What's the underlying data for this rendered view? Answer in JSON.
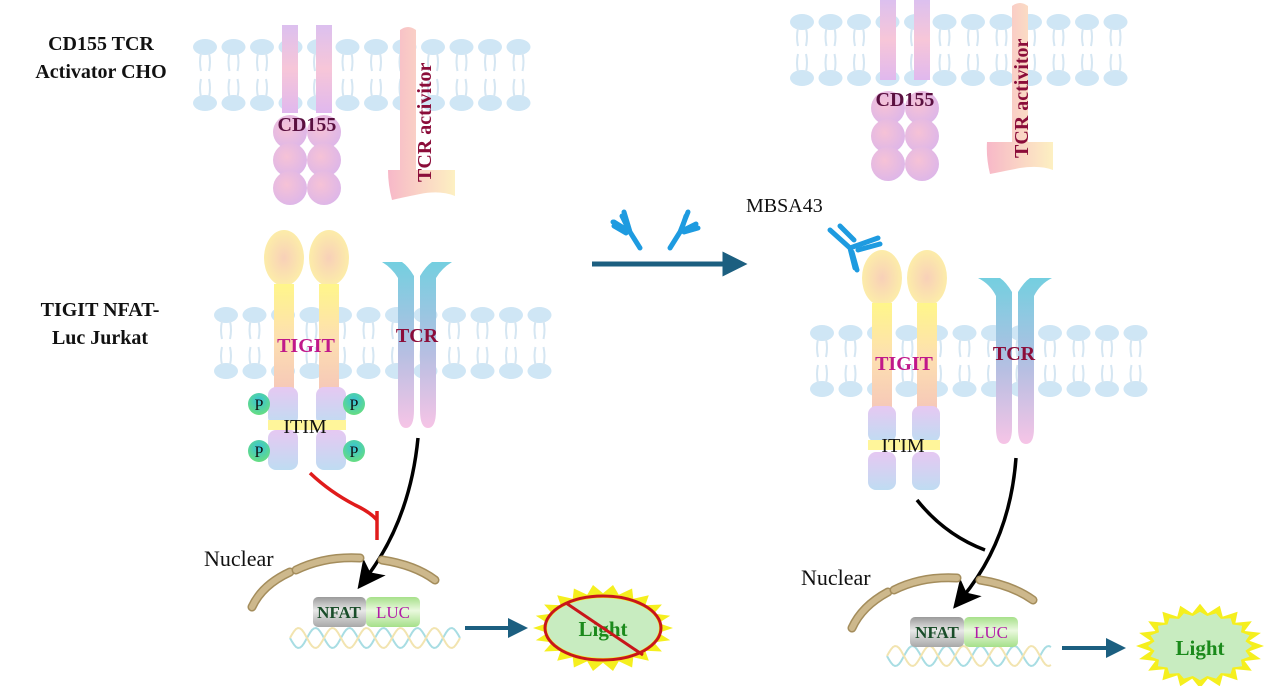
{
  "left_panel": {
    "cho_cell_label_line1": "CD155 TCR",
    "cho_cell_label_line2": "Activator CHO",
    "jurkat_cell_label_line1": "TIGIT NFAT-",
    "jurkat_cell_label_line2": "Luc Jurkat",
    "cd155_label": "CD155",
    "tcr_activator_label": "TCR activitor",
    "tigit_label": "TIGIT",
    "tcr_label": "TCR",
    "itim_label": "ITIM",
    "phospho_label": "P",
    "nuclear_label": "Nuclear",
    "nfat_label": "NFAT",
    "luc_label": "LUC",
    "light_label": "Light",
    "light_state": "blocked"
  },
  "center": {
    "antibody_label": "MBSA43"
  },
  "right_panel": {
    "cd155_label": "CD155",
    "tcr_activator_label": "TCR activitor",
    "tigit_label": "TIGIT",
    "tcr_label": "TCR",
    "itim_label": "ITIM",
    "nuclear_label": "Nuclear",
    "nfat_label": "NFAT",
    "luc_label": "LUC",
    "light_label": "Light",
    "light_state": "emitted"
  },
  "colors": {
    "membrane": "#cfe6f5",
    "cd155": "#e3b8e6",
    "tcr_activator_text": "#8b0d3a",
    "tigit_text": "#c0188a",
    "tcr_text": "#8b0d3a",
    "tcr_receptor": "#7fd0e0",
    "antibody": "#1e9be0",
    "flow_arrow": "#1c5f80",
    "inhibit_arrow": "#e01b1b",
    "nuclear_envelope": "#c8b68a",
    "nfat_text": "#1a4d2a",
    "luc_text": "#b21ca8",
    "light_text": "#1b8a1b",
    "light_burst": "#f5ef1e",
    "light_fill": "#c8ecc0",
    "no_sign": "#c8161b"
  }
}
